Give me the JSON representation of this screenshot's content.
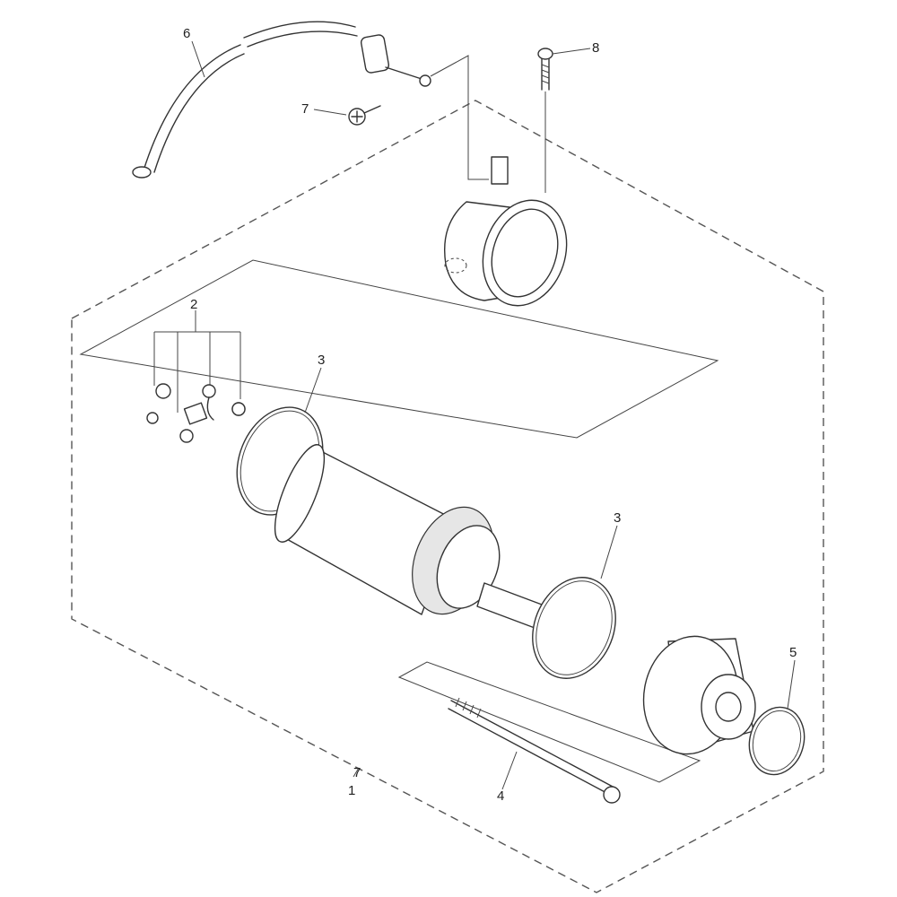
{
  "callouts": {
    "c1": "1",
    "c2": "2",
    "c3a": "3",
    "c3b": "3",
    "c4": "4",
    "c5": "5",
    "c6": "6",
    "c7a": "7",
    "c7b": "7",
    "c8": "8"
  },
  "colors": {
    "line": "#333333",
    "background": "#ffffff",
    "dashed_frame": "#555555"
  },
  "icons": [
    "starter-motor-exploded-view"
  ]
}
